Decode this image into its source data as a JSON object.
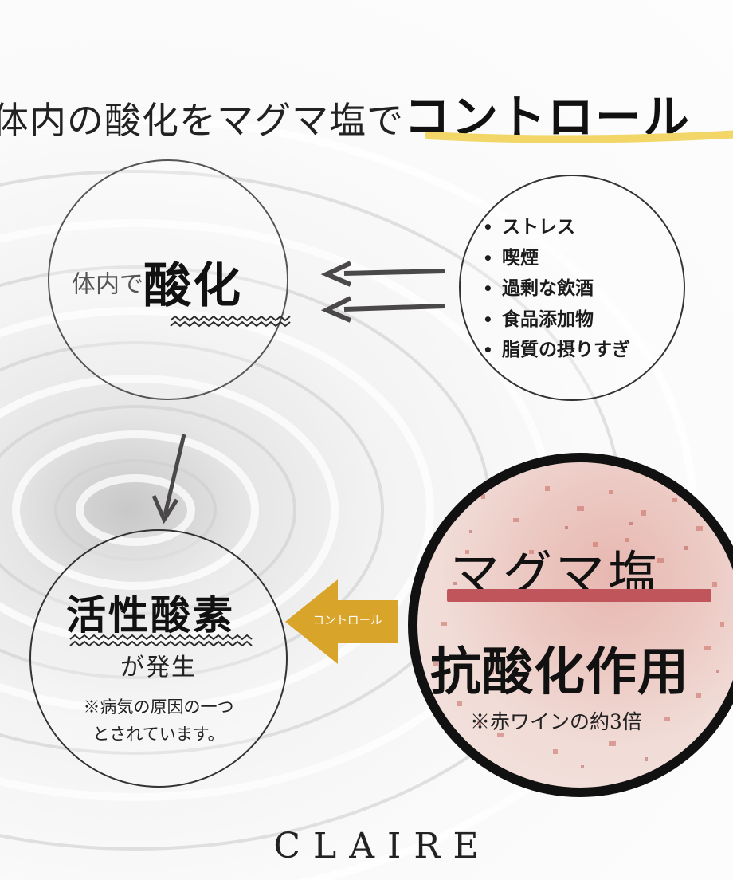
{
  "headline": {
    "normal": "体内の酸化をマグマ塩で",
    "bold": "コントロール"
  },
  "oxidation": {
    "prefix": "体内で",
    "emphasis": "酸化"
  },
  "factors": [
    "ストレス",
    "喫煙",
    "過剰な飲酒",
    "食品添加物",
    "脂質の摂りすぎ"
  ],
  "ros": {
    "title": "活性酸素",
    "subtitle": "が発生",
    "note_line1": "※病気の原因の一つ",
    "note_line2": "とされています。"
  },
  "control_arrow": {
    "label": "コントロール"
  },
  "magma": {
    "title": "マグマ塩",
    "effect": "抗酸化作用",
    "note": "※赤ワインの約3倍"
  },
  "brand": "CLAIRE",
  "colors": {
    "headline_underline": "#f2d768",
    "magma_underline": "#c0565b",
    "control_arrow": "#d8a42a",
    "arrows": "#4a4848",
    "magma_border": "#111111"
  }
}
